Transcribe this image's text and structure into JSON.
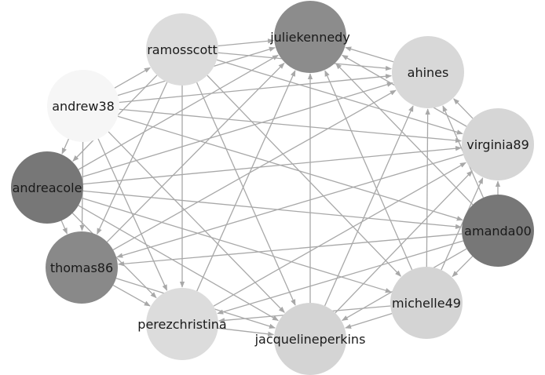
{
  "graph": {
    "nodes": [
      {
        "id": "juliekennedy",
        "label": "juliekennedy",
        "color": "#8c8c8c"
      },
      {
        "id": "ahines",
        "label": "ahines",
        "color": "#d8d8d8"
      },
      {
        "id": "virginia89",
        "label": "virginia89",
        "color": "#d6d6d6"
      },
      {
        "id": "amanda00",
        "label": "amanda00",
        "color": "#777777"
      },
      {
        "id": "michelle49",
        "label": "michelle49",
        "color": "#d4d4d4"
      },
      {
        "id": "jacquelineperkins",
        "label": "jacquelineperkins",
        "color": "#d4d4d4"
      },
      {
        "id": "perezchristina",
        "label": "perezchristina",
        "color": "#dcdcdc"
      },
      {
        "id": "thomas86",
        "label": "thomas86",
        "color": "#898989"
      },
      {
        "id": "andreacole",
        "label": "andreacole",
        "color": "#777777"
      },
      {
        "id": "andrew38",
        "label": "andrew38",
        "color": "#f6f6f6"
      },
      {
        "id": "ramosscott",
        "label": "ramosscott",
        "color": "#dcdcdc"
      }
    ],
    "edges": [
      [
        "ramosscott",
        "juliekennedy"
      ],
      [
        "ramosscott",
        "ahines"
      ],
      [
        "ramosscott",
        "virginia89"
      ],
      [
        "ramosscott",
        "michelle49"
      ],
      [
        "ramosscott",
        "jacquelineperkins"
      ],
      [
        "ramosscott",
        "perezchristina"
      ],
      [
        "ramosscott",
        "thomas86"
      ],
      [
        "ramosscott",
        "andreacole"
      ],
      [
        "andrew38",
        "ramosscott"
      ],
      [
        "andrew38",
        "juliekennedy"
      ],
      [
        "andrew38",
        "ahines"
      ],
      [
        "andrew38",
        "virginia89"
      ],
      [
        "andrew38",
        "amanda00"
      ],
      [
        "andrew38",
        "jacquelineperkins"
      ],
      [
        "andrew38",
        "perezchristina"
      ],
      [
        "andrew38",
        "thomas86"
      ],
      [
        "andrew38",
        "andreacole"
      ],
      [
        "andreacole",
        "juliekennedy"
      ],
      [
        "andreacole",
        "ahines"
      ],
      [
        "andreacole",
        "virginia89"
      ],
      [
        "andreacole",
        "amanda00"
      ],
      [
        "andreacole",
        "michelle49"
      ],
      [
        "andreacole",
        "jacquelineperkins"
      ],
      [
        "andreacole",
        "perezchristina"
      ],
      [
        "andreacole",
        "thomas86"
      ],
      [
        "thomas86",
        "juliekennedy"
      ],
      [
        "thomas86",
        "ahines"
      ],
      [
        "thomas86",
        "perezchristina"
      ],
      [
        "thomas86",
        "jacquelineperkins"
      ],
      [
        "amanda00",
        "thomas86"
      ],
      [
        "virginia89",
        "thomas86"
      ],
      [
        "perezchristina",
        "juliekennedy"
      ],
      [
        "perezchristina",
        "virginia89"
      ],
      [
        "perezchristina",
        "jacquelineperkins"
      ],
      [
        "amanda00",
        "perezchristina"
      ],
      [
        "michelle49",
        "perezchristina"
      ],
      [
        "jacquelineperkins",
        "juliekennedy"
      ],
      [
        "jacquelineperkins",
        "ahines"
      ],
      [
        "jacquelineperkins",
        "virginia89"
      ],
      [
        "amanda00",
        "jacquelineperkins"
      ],
      [
        "michelle49",
        "jacquelineperkins"
      ],
      [
        "michelle49",
        "juliekennedy"
      ],
      [
        "michelle49",
        "ahines"
      ],
      [
        "michelle49",
        "virginia89"
      ],
      [
        "amanda00",
        "juliekennedy"
      ],
      [
        "amanda00",
        "ahines"
      ],
      [
        "amanda00",
        "virginia89"
      ],
      [
        "amanda00",
        "michelle49"
      ],
      [
        "virginia89",
        "juliekennedy"
      ],
      [
        "virginia89",
        "ahines"
      ],
      [
        "ahines",
        "juliekennedy"
      ]
    ]
  }
}
